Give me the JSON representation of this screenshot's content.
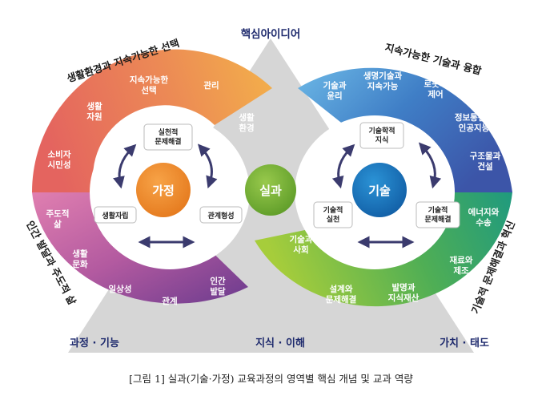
{
  "apex": "핵심아이디어",
  "base": {
    "left": "과정 · 기능",
    "center": "지식 · 이해",
    "right": "가치 · 태도"
  },
  "centers": {
    "home": "가정",
    "practice": "실과",
    "tech": "기술"
  },
  "arc_labels": {
    "top_left": "생활환경과 지속가능한 선택",
    "top_right": "지속가능한 기술과 융합",
    "bottom_left": "인간 발달과 주도적 삶",
    "bottom_right": "기술적 문제해결과 혁신"
  },
  "home_outer": {
    "consumer": "소비자\n시민성",
    "living_self": "생활\n자원",
    "sustainable": "지속가능한\n선택",
    "manage": "관리",
    "env": "생활\n환경",
    "agency": "주도적\n삶",
    "culture": "생활\n문화",
    "daily": "일상성",
    "relation": "관계",
    "human_dev": "인간\n발달"
  },
  "home_inner": {
    "practical": "실천적\n문제해결",
    "autonomy": "생활자립",
    "relation_form": "관계형성"
  },
  "tech_outer": {
    "ethics": "기술과\n윤리",
    "life_tech": "생명기술과\n지속가능",
    "robot": "로봇과\n제어",
    "ict": "정보통신과\n인공지능",
    "structure": "구조물과\n건설",
    "energy": "에너지와\n수송",
    "material": "재료와\n제조",
    "society": "기술과\n사회",
    "design": "설계와\n문제해결",
    "invention": "발명과\n지식재산"
  },
  "tech_inner": {
    "tech_knowledge": "기술학적\n지식",
    "tech_practice": "기술적\n실천",
    "tech_problem": "기술적\n문제해결"
  },
  "caption": "[그림 1] 실과(기술·가정) 교육과정의 영역별 핵심 개념 및 교과 역량",
  "colors": {
    "triangle": "#d9d9d9",
    "home_center": "#ee8a2a",
    "practice_center": "#7cb53a",
    "tech_center": "#1f7cc1",
    "arrow": "#3b3b6e"
  }
}
